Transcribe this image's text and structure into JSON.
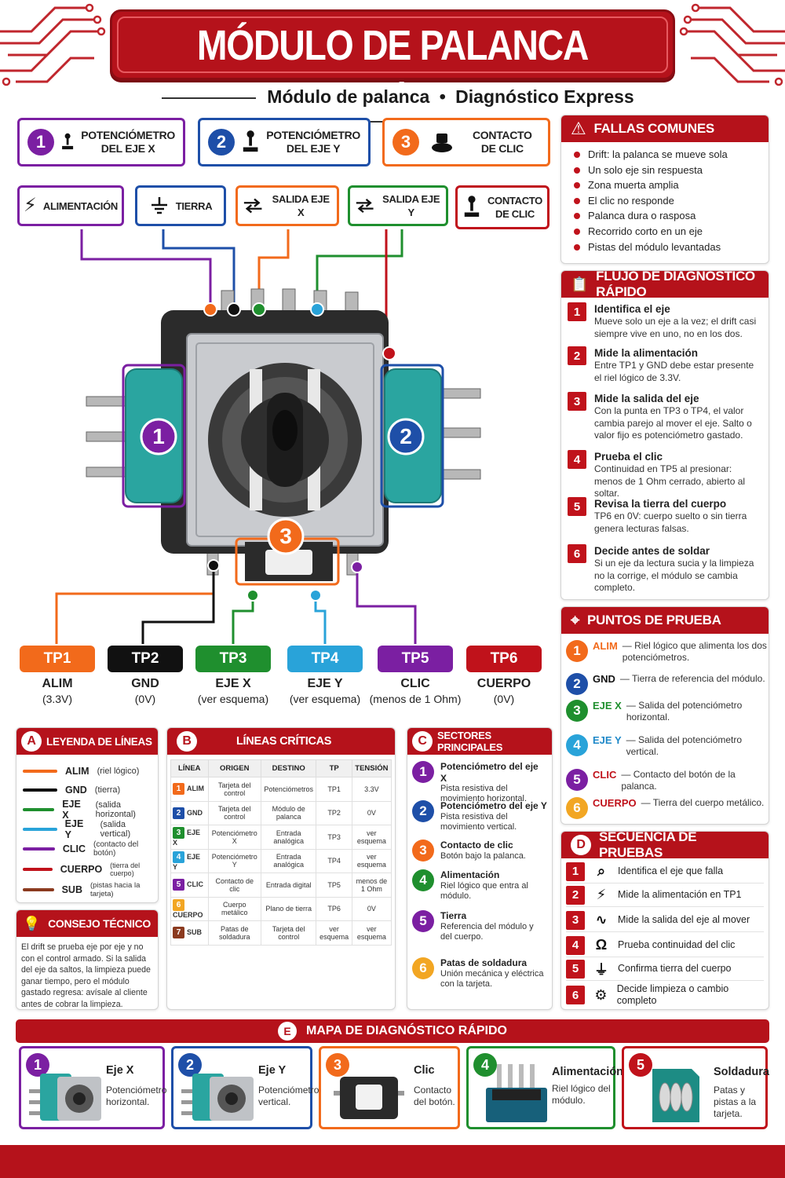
{
  "header": {
    "title": "MÓDULO DE PALANCA ANALÓGICA",
    "subtitle_left": "Módulo de palanca",
    "subtitle_sep": "•",
    "subtitle_right": "Diagnóstico Express"
  },
  "colors": {
    "red": "#c0121b",
    "purple": "#7b1fa2",
    "blue": "#1e4fa8",
    "orange": "#f26a1b",
    "black": "#111111",
    "green": "#1f8f2e",
    "cyan": "#29a3d9",
    "gold": "#f2a623",
    "brown": "#8b3a1f"
  },
  "components": [
    {
      "num": "1",
      "label_l1": "POTENCIÓMETRO",
      "label_l2": "DEL EJE X",
      "icon": "joystick-icon"
    },
    {
      "num": "2",
      "label_l1": "POTENCIÓMETRO",
      "label_l2": "DEL EJE Y",
      "icon": "joystick-icon"
    },
    {
      "num": "3",
      "label_l1": "CONTACTO",
      "label_l2": "DE CLIC",
      "icon": "button-icon"
    }
  ],
  "signals": [
    {
      "label": "ALIMENTACIÓN",
      "icon": "lightning-icon"
    },
    {
      "label": "TIERRA",
      "icon": "ground-icon"
    },
    {
      "label": "SALIDA EJE X",
      "icon": "arrows-icon"
    },
    {
      "label": "SALIDA EJE Y",
      "icon": "arrows-icon"
    },
    {
      "label_l1": "CONTACTO",
      "label_l2": "DE CLIC",
      "icon": "joystick-icon"
    }
  ],
  "test_points": [
    {
      "tag": "TP1",
      "name": "ALIM",
      "value": "(3.3V)"
    },
    {
      "tag": "TP2",
      "name": "GND",
      "value": "(0V)"
    },
    {
      "tag": "TP3",
      "name": "EJE X",
      "value": "(ver esquema)"
    },
    {
      "tag": "TP4",
      "name": "EJE Y",
      "value": "(ver esquema)"
    },
    {
      "tag": "TP5",
      "name": "CLIC",
      "value": "(menos de 1 Ohm)"
    },
    {
      "tag": "TP6",
      "name": "CUERPO",
      "value": "(0V)"
    }
  ],
  "fallas": {
    "title": "FALLAS COMUNES",
    "items": [
      "Drift: la palanca se mueve sola",
      "Un solo eje sin respuesta",
      "Zona muerta amplia",
      "El clic no responde",
      "Palanca dura o raspos‌a",
      "Recorrido corto en un eje",
      "Pistas del módulo levantadas"
    ]
  },
  "flujo": {
    "title": "FLUJO DE DIAGNÓSTICO RÁPIDO",
    "steps": [
      {
        "n": "1",
        "t": "Identifica el eje",
        "d": "Mueve solo un eje a la vez; el drift casi siempre vive en uno, no en los dos."
      },
      {
        "n": "2",
        "t": "Mide la alimentación",
        "d": "Entre TP1 y GND debe estar presente el riel lógico de 3.3V."
      },
      {
        "n": "3",
        "t": "Mide la salida del eje",
        "d": "Con la punta en TP3 o TP4, el valor cambia parejo al mover el eje. Salto o valor fijo es potenciómetro gastado."
      },
      {
        "n": "4",
        "t": "Prueba el clic",
        "d": "Continuidad en TP5 al presionar: menos de 1 Ohm cerrado, abierto al soltar."
      },
      {
        "n": "5",
        "t": "Revisa la tierra del cuerpo",
        "d": "TP6 en 0V: cuerpo suelto o sin tierra genera lecturas falsas."
      },
      {
        "n": "6",
        "t": "Decide antes de soldar",
        "d": "Si un eje da lectura sucia y la limpieza no la corrige, el módulo se cambia completo."
      }
    ]
  },
  "puntos": {
    "title": "PUNTOS DE PRUEBA",
    "items": [
      {
        "n": "1",
        "k": "ALIM",
        "d": "Riel lógico que alimenta los dos potenciómetros."
      },
      {
        "n": "2",
        "k": "GND",
        "d": "Tierra de referencia del módulo."
      },
      {
        "n": "3",
        "k": "EJE X",
        "d": "Salida del potenciómetro horizontal."
      },
      {
        "n": "4",
        "k": "EJE Y",
        "d": "Salida del potenciómetro vertical."
      },
      {
        "n": "5",
        "k": "CLIC",
        "d": "Contacto del botón de la palanca."
      },
      {
        "n": "6",
        "k": "CUERPO",
        "d": "Tierra del cuerpo metálico."
      }
    ]
  },
  "secuencia": {
    "letter": "D",
    "title": "SECUENCIA DE PRUEBAS",
    "items": [
      {
        "n": "1",
        "icon": "magnifier-icon",
        "t": "Identifica el eje que falla"
      },
      {
        "n": "2",
        "icon": "lightning-icon",
        "t": "Mide la alimentación en TP1"
      },
      {
        "n": "3",
        "icon": "waveform-icon",
        "t": "Mide la salida del eje al mover"
      },
      {
        "n": "4",
        "icon": "ohm-icon",
        "t": "Prueba continuidad del clic"
      },
      {
        "n": "5",
        "icon": "ground-icon",
        "t": "Confirma tierra del cuerpo"
      },
      {
        "n": "6",
        "icon": "gear-icon",
        "t": "Decide limpieza o cambio completo"
      }
    ]
  },
  "leyenda": {
    "letter": "A",
    "title": "LEYENDA DE LÍNEAS",
    "items": [
      {
        "k": "ALIM",
        "v": "(riel lógico)"
      },
      {
        "k": "GND",
        "v": "(tierra)"
      },
      {
        "k": "EJE X",
        "v": "(salida horizontal)"
      },
      {
        "k": "EJE Y",
        "v": "(salida vertical)"
      },
      {
        "k": "CLIC",
        "v": "(contacto del botón)"
      },
      {
        "k": "CUERPO",
        "v": "(tierra del cuerpo)"
      },
      {
        "k": "SUB",
        "v": "(pistas hacia la tarjeta)"
      }
    ]
  },
  "consejo": {
    "title": "CONSEJO TÉCNICO",
    "text": "El drift se prueba eje por eje y no con el control armado. Si la salida del eje da saltos, la limpieza puede ganar tiempo, pero el módulo gastado regresa: avísale al cliente antes de cobrar la limpieza."
  },
  "lineas": {
    "letter": "B",
    "title": "LÍNEAS CRÍTICAS",
    "headers": [
      "LÍNEA",
      "ORIGEN",
      "DESTINO",
      "TP",
      "TENSIÓN"
    ],
    "rows": [
      {
        "n": "1",
        "linea": "ALIM",
        "origen": "Tarjeta del control",
        "destino": "Potenciómetros",
        "tp": "TP1",
        "tension": "3.3V"
      },
      {
        "n": "2",
        "linea": "GND",
        "origen": "Tarjeta del control",
        "destino": "Módulo de palanca",
        "tp": "TP2",
        "tension": "0V"
      },
      {
        "n": "3",
        "linea": "EJE X",
        "origen": "Potenciómetro X",
        "destino": "Entrada analógica",
        "tp": "TP3",
        "tension": "ver esquema"
      },
      {
        "n": "4",
        "linea": "EJE Y",
        "origen": "Potenciómetro Y",
        "destino": "Entrada analógica",
        "tp": "TP4",
        "tension": "ver esquema"
      },
      {
        "n": "5",
        "linea": "CLIC",
        "origen": "Contacto de clic",
        "destino": "Entrada digital",
        "tp": "TP5",
        "tension": "menos de 1 Ohm"
      },
      {
        "n": "6",
        "linea": "CUERPO",
        "origen": "Cuerpo metálico",
        "destino": "Plano de tierra",
        "tp": "TP6",
        "tension": "0V"
      },
      {
        "n": "7",
        "linea": "SUB",
        "origen": "Patas de soldadura",
        "destino": "Tarjeta del control",
        "tp": "ver esquema",
        "tension": "ver esquema"
      }
    ]
  },
  "sectores": {
    "letter": "C",
    "title": "SECTORES PRINCIPALES",
    "items": [
      {
        "n": "1",
        "t": "Potenciómetro del eje X",
        "d": "Pista resistiva del movimiento horizontal."
      },
      {
        "n": "2",
        "t": "Potenciómetro del eje Y",
        "d": "Pista resistiva del movimiento vertical."
      },
      {
        "n": "3",
        "t": "Contacto de clic",
        "d": "Botón bajo la palanca."
      },
      {
        "n": "4",
        "t": "Alimentación",
        "d": "Riel lógico que entra al módulo."
      },
      {
        "n": "5",
        "t": "Tierra",
        "d": "Referencia del módulo y del cuerpo."
      },
      {
        "n": "6",
        "t": "Patas de soldadura",
        "d": "Unión mecánica y eléctrica con la tarjeta."
      }
    ]
  },
  "mapa": {
    "letter": "E",
    "title": "MAPA DE DIAGNÓSTICO RÁPIDO",
    "cards": [
      {
        "n": "1",
        "t": "Eje X",
        "d": "Potenciómetro horizontal."
      },
      {
        "n": "2",
        "t": "Eje Y",
        "d": "Potenciómetro vertical."
      },
      {
        "n": "3",
        "t": "Clic",
        "d": "Contacto del botón."
      },
      {
        "n": "4",
        "t": "Alimentación",
        "d": "Riel lógico del módulo."
      },
      {
        "n": "5",
        "t": "Soldadura",
        "d": "Patas y pistas a la tarjeta."
      }
    ]
  }
}
